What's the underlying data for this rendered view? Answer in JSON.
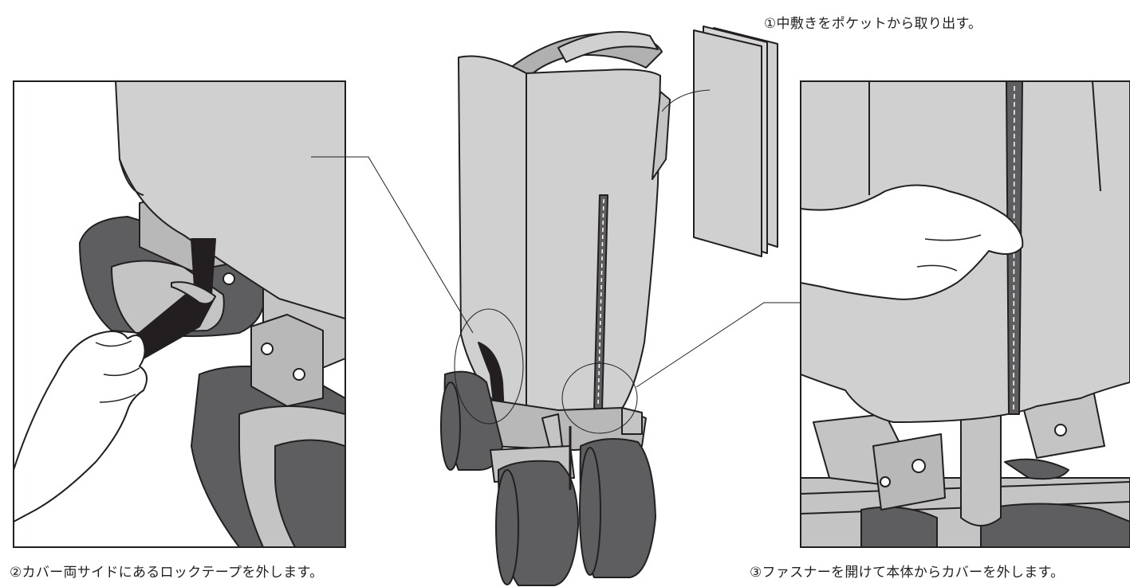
{
  "steps": [
    {
      "label": "①中敷きをポケットから取り出す。"
    },
    {
      "label": "②カバー両サイドにあるロックテープを外します。"
    },
    {
      "label": "③ファスナーを開けて本体からカバーを外します。"
    }
  ],
  "colors": {
    "cover": "#d0d0d0",
    "wheel": "#5e5e61",
    "wheel_hub": "#c4c4c4",
    "frame": "#b8b8b8",
    "tape": "#231f20",
    "outline": "#231f20",
    "insole": "#cfcfcf"
  }
}
